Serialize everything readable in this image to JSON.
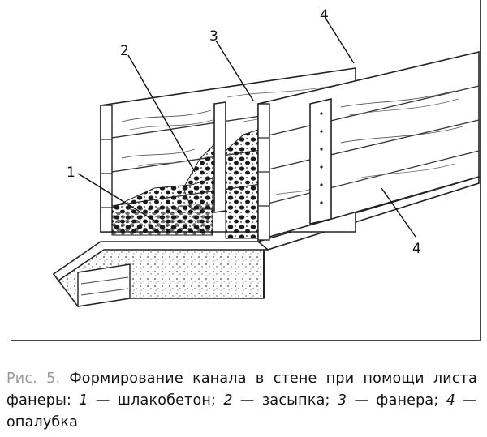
{
  "labels": {
    "l1": "1",
    "l2": "2",
    "l3": "3",
    "l4_top": "4",
    "l4_bottom": "4"
  },
  "caption": {
    "fig_number": "Рис. 5.",
    "title": "Формирование канала в стене при помощи листа фанеры:",
    "items": [
      {
        "num": "1",
        "text": "— шлакобетон;"
      },
      {
        "num": "2",
        "text": "— засыпка;"
      },
      {
        "num": "3",
        "text": "— фанера;"
      },
      {
        "num": "4",
        "text": "— опалубка"
      }
    ]
  }
}
